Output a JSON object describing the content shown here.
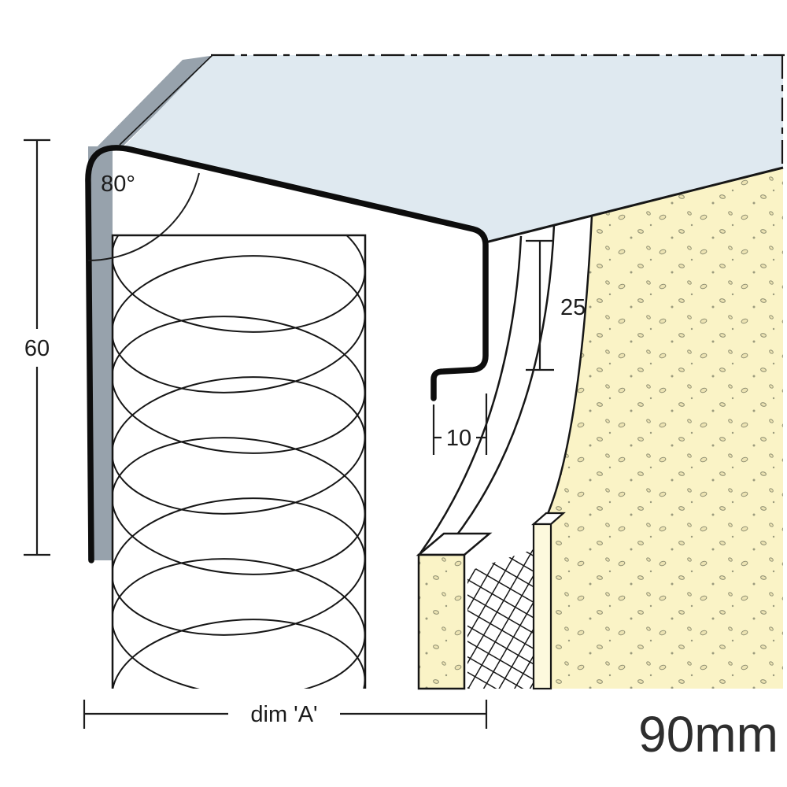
{
  "diagram": {
    "description": "Cross-section technical drawing of 90mm metal flashing trim over insulated rendered wall",
    "labels": {
      "angle": "80°",
      "leg_height": "60",
      "downstand": "25",
      "drip": "10",
      "width": "dim 'A'",
      "product_size": "90mm"
    },
    "colors": {
      "flashing_top": "#dfe9f0",
      "flashing_inner_grey": "#97a2ac",
      "render_yellow": "#faf3c6",
      "line_black": "#111111"
    }
  }
}
